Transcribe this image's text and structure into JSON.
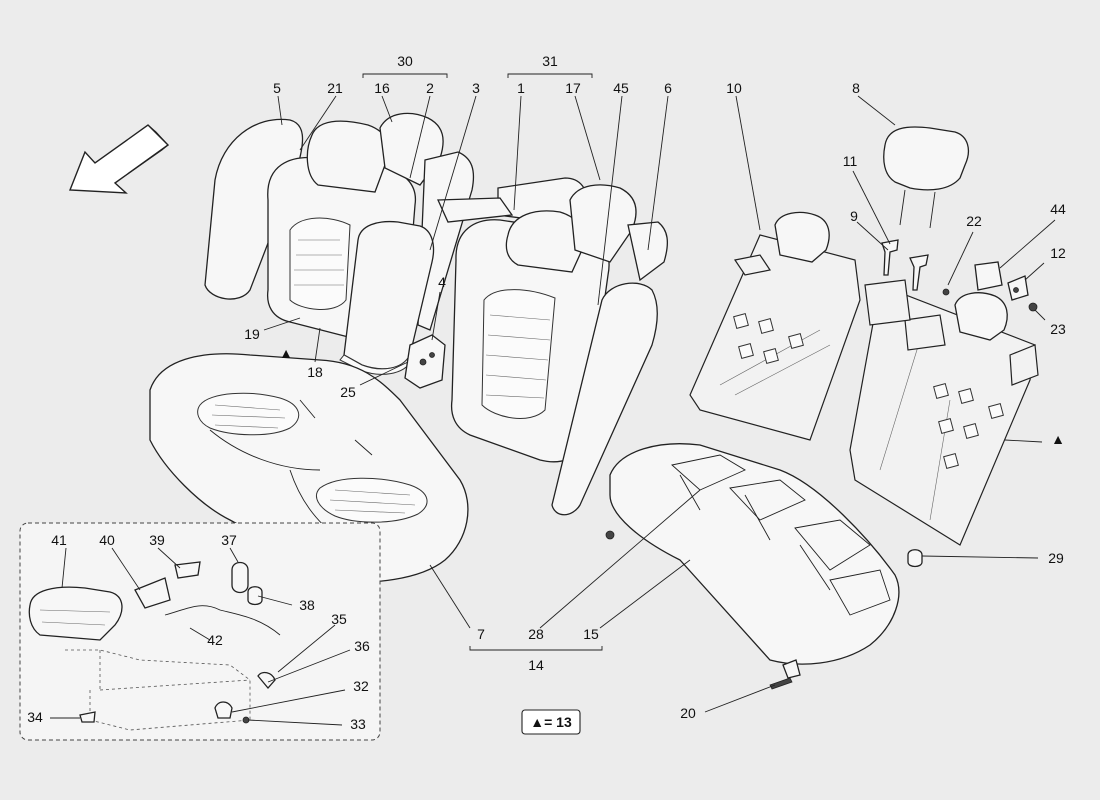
{
  "callouts": {
    "n1": "1",
    "n2": "2",
    "n3": "3",
    "n4": "4",
    "n5": "5",
    "n6": "6",
    "n7": "7",
    "n8": "8",
    "n9": "9",
    "n10": "10",
    "n11": "11",
    "n12": "12",
    "n14": "14",
    "n15": "15",
    "n16": "16",
    "n17": "17",
    "n18": "18",
    "n19": "19",
    "n20": "20",
    "n21": "21",
    "n22": "22",
    "n23": "23",
    "n25": "25",
    "n28": "28",
    "n29": "29",
    "n30": "30",
    "n31": "31",
    "n32": "32",
    "n33": "33",
    "n34": "34",
    "n35": "35",
    "n36": "36",
    "n37": "37",
    "n38": "38",
    "n39": "39",
    "n40": "40",
    "n41": "41",
    "n42": "42",
    "n44": "44",
    "n45": "45"
  },
  "markers": {
    "triangle": "▲",
    "legend_text": "▲= 13"
  },
  "colors": {
    "background": "#ececec",
    "line": "#222222",
    "part_fill": "#f7f7f7"
  },
  "icons": [
    "direction-arrow-icon",
    "triangle-marker-icon"
  ]
}
